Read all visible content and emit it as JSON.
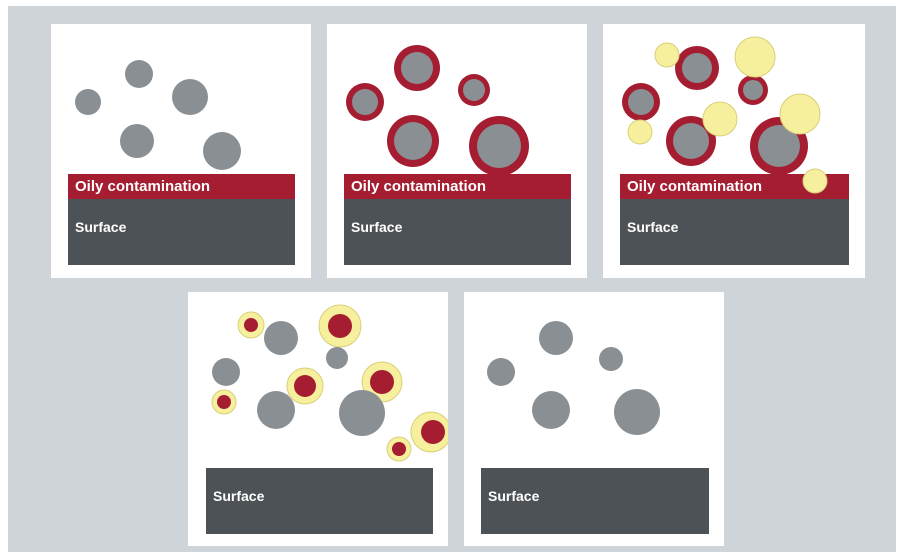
{
  "colors": {
    "background": "#cfd4d8",
    "panel": "#ffffff",
    "particle": "#8a8f93",
    "oil": "#a51d31",
    "surface": "#4d5256",
    "detergent": "#f6ef9d",
    "detergent_stroke": "#d9cf77"
  },
  "panels": [
    {
      "oil_label": "Oily contamination",
      "surface_label": "Surface"
    },
    {
      "oil_label": "Oily contamination",
      "surface_label": "Surface"
    },
    {
      "oil_label": "Oily contamination",
      "surface_label": "Surface"
    },
    {
      "surface_label": "Surface"
    },
    {
      "surface_label": "Surface"
    }
  ]
}
